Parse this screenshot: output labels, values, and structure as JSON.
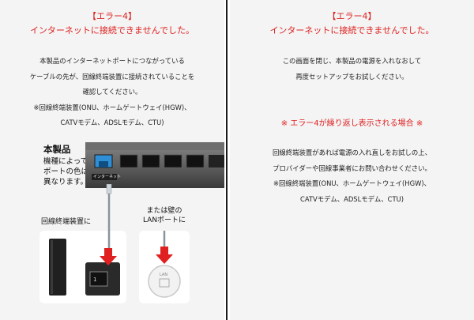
{
  "left": {
    "error_title": "【エラー4】",
    "error_message": "インターネットに接続できませんでした。",
    "body_lines": [
      "本製品のインターネットポートにつながっている",
      "ケーブルの先が、回線終端装置に接続されていることを",
      "確認してください。",
      "※回線終端装置(ONU、ホームゲートウェイ(HGW)、",
      "CATVモデム、ADSLモデム、CTU)"
    ],
    "product_label": "本製品",
    "port_note_lines": [
      "機種によって",
      "ポートの色は",
      "異なります。"
    ],
    "port_label": "インターネット",
    "caption_onu": "回線終端装置に",
    "caption_wall_lines": [
      "または壁の",
      "LANポートに"
    ],
    "onu_port_text": "1",
    "wall_port_text": "LAN"
  },
  "right": {
    "error_title": "【エラー4】",
    "error_message": "インターネットに接続できませんでした。",
    "body_lines": [
      "この画面を閉じ、本製品の電源を入れなおして",
      "再度セットアップをお試しください。"
    ],
    "warning": "※ エラー4が繰り返し表示される場合 ※",
    "repeat_lines": [
      "回線終端装置があれば電源の入れ直しをお試しの上、",
      "プロバイダーや回線事業者にお問い合わせください。",
      "※回線終端装置(ONU、ホームゲートウェイ(HGW)、",
      "CATVモデム、ADSLモデム、CTU)"
    ]
  },
  "colors": {
    "error_red": "#e02020",
    "port_blue": "#2f8fd6",
    "panel_bg": "#f4f4f4"
  }
}
